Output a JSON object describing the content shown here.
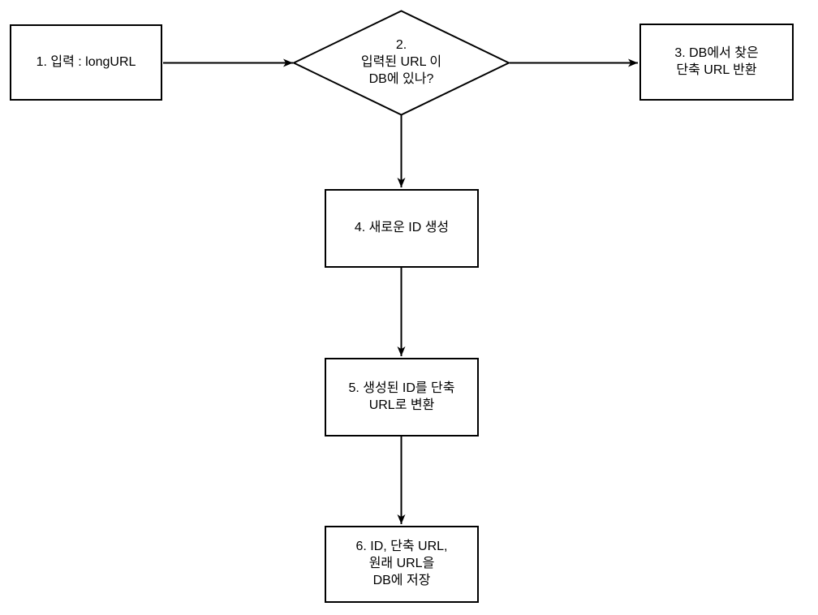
{
  "diagram": {
    "title": "URL shortener flowchart",
    "colors": {
      "background": "#ffffff",
      "node_fill": "#ffffff",
      "stroke": "#000000",
      "text": "#000000"
    },
    "nodes": [
      {
        "id": "input-longurl",
        "shape": "rect",
        "label": "1. 입력 : longURL"
      },
      {
        "id": "decision-url-in-db",
        "shape": "diamond",
        "label": "2.\n입력된 URL 이\nDB에 있나?"
      },
      {
        "id": "return-short-url",
        "shape": "rect",
        "label": "3. DB에서 찾은\n단축 URL 반환"
      },
      {
        "id": "create-new-id",
        "shape": "rect",
        "label": "4. 새로운 ID 생성"
      },
      {
        "id": "convert-id-to-short-url",
        "shape": "rect",
        "label": "5. 생성된 ID를 단축\nURL로 변환"
      },
      {
        "id": "save-to-db",
        "shape": "rect",
        "label": "6. ID, 단축 URL,\n원래 URL을\nDB에 저장"
      }
    ],
    "edges": [
      {
        "from": "input-longurl",
        "to": "decision-url-in-db",
        "label": ""
      },
      {
        "from": "decision-url-in-db",
        "to": "return-short-url",
        "label": ""
      },
      {
        "from": "decision-url-in-db",
        "to": "create-new-id",
        "label": ""
      },
      {
        "from": "create-new-id",
        "to": "convert-id-to-short-url",
        "label": ""
      },
      {
        "from": "convert-id-to-short-url",
        "to": "save-to-db",
        "label": ""
      }
    ]
  }
}
